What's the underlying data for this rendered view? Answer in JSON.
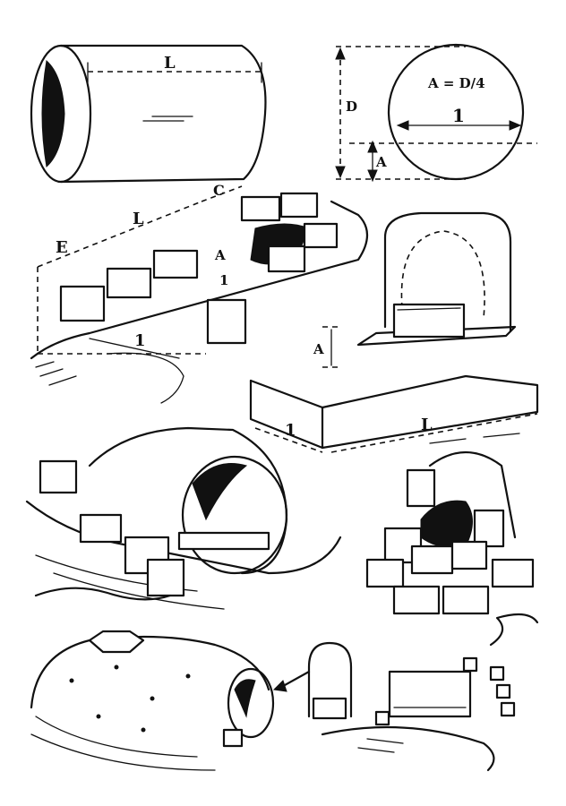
{
  "labels": {
    "cylinder_length": "L",
    "circle_formula": "A = D/4",
    "circle_chord": "1",
    "circle_diameter": "D",
    "circle_rise": "A",
    "trench_end": "E",
    "trench_length": "L",
    "trench_c": "C",
    "trench_a_inner": "A",
    "trench_1_inner": "1",
    "trench_1_base": "1",
    "trench_a_side": "A",
    "sheet_width": "1",
    "sheet_length": "L"
  },
  "colors": {
    "ink": "#111111",
    "paper": "#ffffff"
  }
}
